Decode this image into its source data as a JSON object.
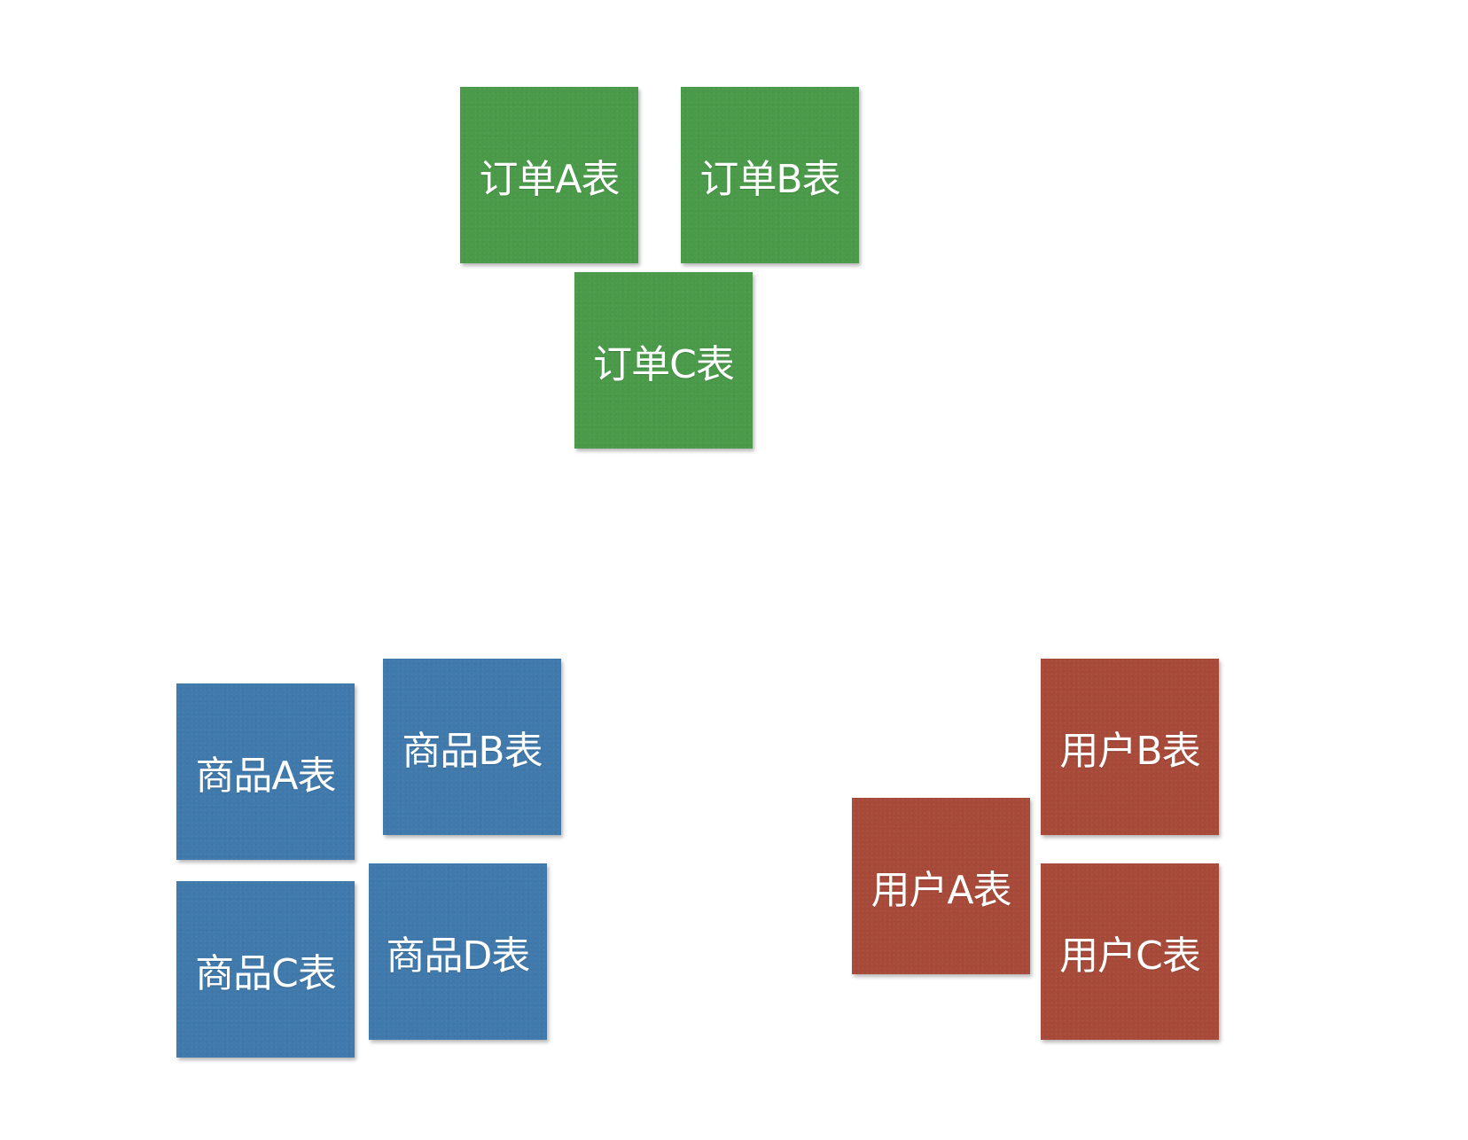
{
  "colors": {
    "order": "#4a9a4a",
    "product": "#4079ab",
    "user": "#a84a39",
    "text": "#ffffff",
    "background": "#ffffff"
  },
  "groups": {
    "order": {
      "tables": [
        "订单A表",
        "订单B表",
        "订单C表"
      ]
    },
    "product": {
      "tables": [
        "商品A表",
        "商品B表",
        "商品C表",
        "商品D表"
      ]
    },
    "user": {
      "tables": [
        "用户A表",
        "用户B表",
        "用户C表"
      ]
    }
  }
}
